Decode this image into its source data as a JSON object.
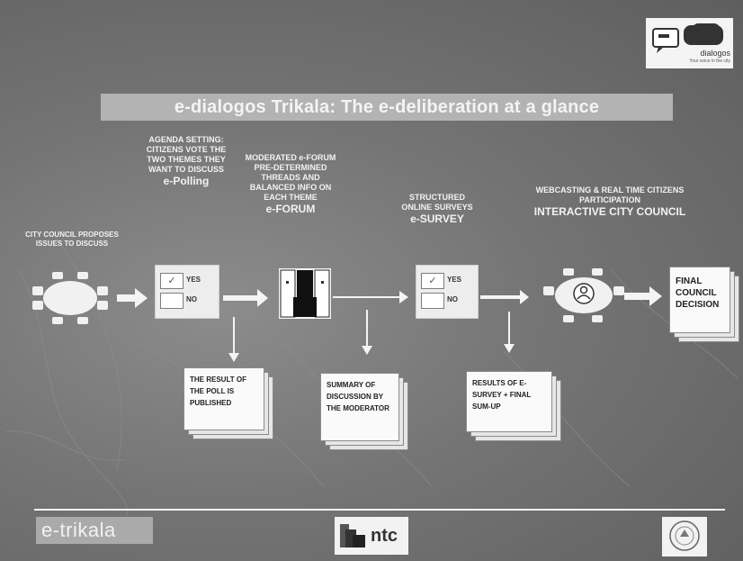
{
  "title": "e-dialogos Trikala: The e-deliberation at a glance",
  "logo": {
    "name": "dialogos",
    "tagline": "Your voice in the city"
  },
  "steps": [
    {
      "label": "CITY COUNCIL PROPOSES ISSUES TO DISCUSS",
      "subtitle": ""
    },
    {
      "label": "AGENDA SETTING: CITIZENS VOTE THE TWO THEMES THEY WANT TO DISCUSS",
      "subtitle": "e-Polling"
    },
    {
      "label": "MODERATED e-FORUM PRE-DETERMINED THREADS AND BALANCED INFO ON EACH THEME",
      "subtitle": "e-FORUM"
    },
    {
      "label": "STRUCTURED ONLINE SURVEYS",
      "subtitle": "e-SURVEY"
    },
    {
      "label": "WEBCASTING & REAL TIME CITIZENS PARTICIPATION",
      "subtitle": "INTERACTIVE CITY COUNCIL"
    }
  ],
  "vote_options": {
    "yes": "YES",
    "no": "NO"
  },
  "outputs": [
    "THE RESULT OF THE POLL IS PUBLISHED",
    "SUMMARY OF DISCUSSION BY THE MODERATOR",
    "RESULTS OF E-SURVEY + FINAL SUM-UP",
    "FINAL COUNCIL DECISION"
  ],
  "footer": {
    "left_logo": "e-trikala",
    "center_logo": "ntc",
    "right_logo": ""
  }
}
